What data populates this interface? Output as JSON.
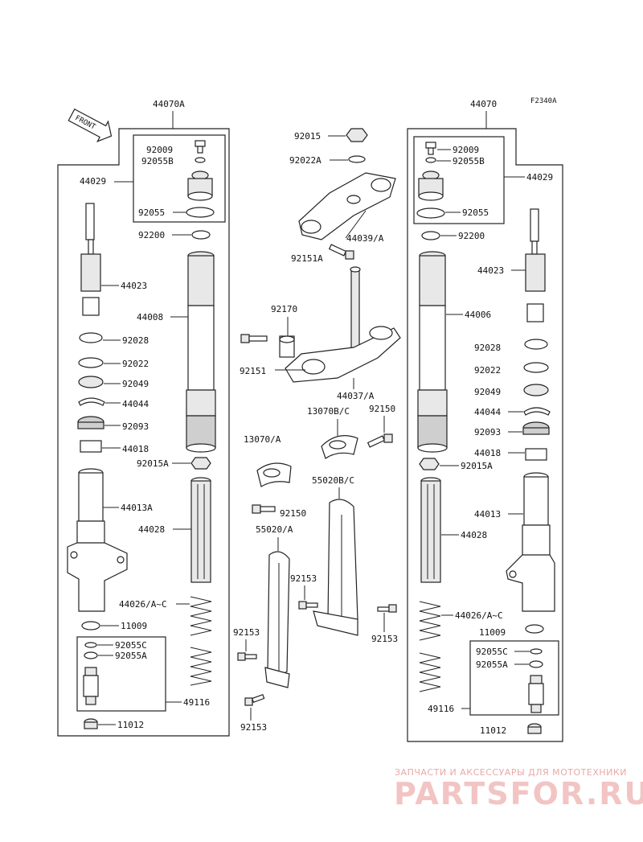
{
  "figure_code": "F2340A",
  "front_arrow": "FRONT",
  "left": {
    "assembly": "44070A",
    "labels": {
      "a92009": "92009",
      "a92055B": "92055B",
      "a44029": "44029",
      "a92055": "92055",
      "a92200": "92200",
      "a44023": "44023",
      "a44008": "44008",
      "a92028": "92028",
      "a92022": "92022",
      "a92049": "92049",
      "a44044": "44044",
      "a92093": "92093",
      "a44018": "44018",
      "a92015A": "92015A",
      "a44013A": "44013A",
      "a44028": "44028",
      "a44026": "44026/A~C",
      "a11009": "11009",
      "a92055C": "92055C",
      "a92055A": "92055A",
      "a49116": "49116",
      "a11012": "11012"
    }
  },
  "center": {
    "labels": {
      "c92015": "92015",
      "c92022A": "92022A",
      "c44039A": "44039/A",
      "c92151A": "92151A",
      "c92170": "92170",
      "c92151": "92151",
      "c44037A": "44037/A",
      "c13070BC": "13070B/C",
      "c92150a": "92150",
      "c13070A": "13070/A",
      "c55020BC": "55020B/C",
      "c92150b": "92150",
      "c55020A": "55020/A",
      "c92153a": "92153",
      "c92153b": "92153",
      "c92153c": "92153",
      "c92153d": "92153"
    }
  },
  "right": {
    "assembly": "44070",
    "labels": {
      "r92009": "92009",
      "r92055B": "92055B",
      "r44029": "44029",
      "r92055": "92055",
      "r92200": "92200",
      "r44023": "44023",
      "r44006": "44006",
      "r92028": "92028",
      "r92022": "92022",
      "r92049": "92049",
      "r44044": "44044",
      "r92093": "92093",
      "r44018": "44018",
      "r92015A": "92015A",
      "r44013": "44013",
      "r44028": "44028",
      "r44026": "44026/A~C",
      "r11009": "11009",
      "r92055C": "92055C",
      "r92055A": "92055A",
      "r49116": "49116",
      "r11012": "11012"
    }
  },
  "watermark": {
    "tagline": "ЗАПЧАСТИ И АКСЕССУАРЫ ДЛЯ МОТОТЕХНИКИ",
    "brand": "PARTSFOR.RU"
  }
}
